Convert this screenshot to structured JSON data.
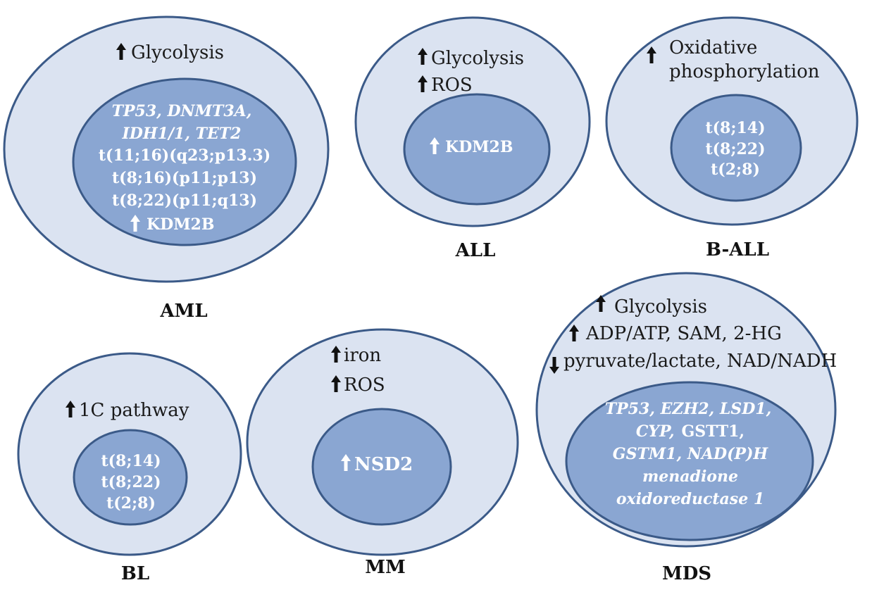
{
  "diagrams": {
    "aml": {
      "label": "AML",
      "outer_items": [
        "Glycolysis"
      ],
      "inner_lines_italic": [
        "TP53, DNMT3A,",
        "IDH1/1, TET2"
      ],
      "inner_lines": [
        "t(11;16)(q23;p13.3)",
        "t(8;16)(p11;p13)",
        "t(8;22)(p11;q13)"
      ],
      "inner_up_item": "KDM2B"
    },
    "all": {
      "label": "ALL",
      "outer_items": [
        "Glycolysis",
        "ROS"
      ],
      "inner_up_item": "KDM2B"
    },
    "ball": {
      "label": "B-ALL",
      "outer_lines": [
        "Oxidative",
        "phosphorylation"
      ],
      "inner_lines": [
        "t(8;14)",
        "t(8;22)",
        "t(2;8)"
      ]
    },
    "bl": {
      "label": "BL",
      "outer_items": [
        "1C pathway"
      ],
      "inner_lines": [
        "t(8;14)",
        "t(8;22)",
        "t(2;8)"
      ]
    },
    "mm": {
      "label": "MM",
      "outer_items": [
        "iron",
        "ROS"
      ],
      "inner_up_item": "NSD2"
    },
    "mds": {
      "label": "MDS",
      "outer_up_items": [
        "Glycolysis",
        "ADP/ATP, SAM, 2-HG"
      ],
      "outer_down_item": "pyruvate/lactate, NAD/NADH",
      "inner_line_1_italic": "TP53, EZH2, LSD1,",
      "inner_line_2_italic": "CYP,",
      "inner_line_2_plain": "GSTT1,",
      "inner_line_3_italic": "GSTM1, NAD(P)H",
      "inner_line_4_italic": "menadione",
      "inner_line_5_italic": "oxidoreductase 1"
    }
  }
}
